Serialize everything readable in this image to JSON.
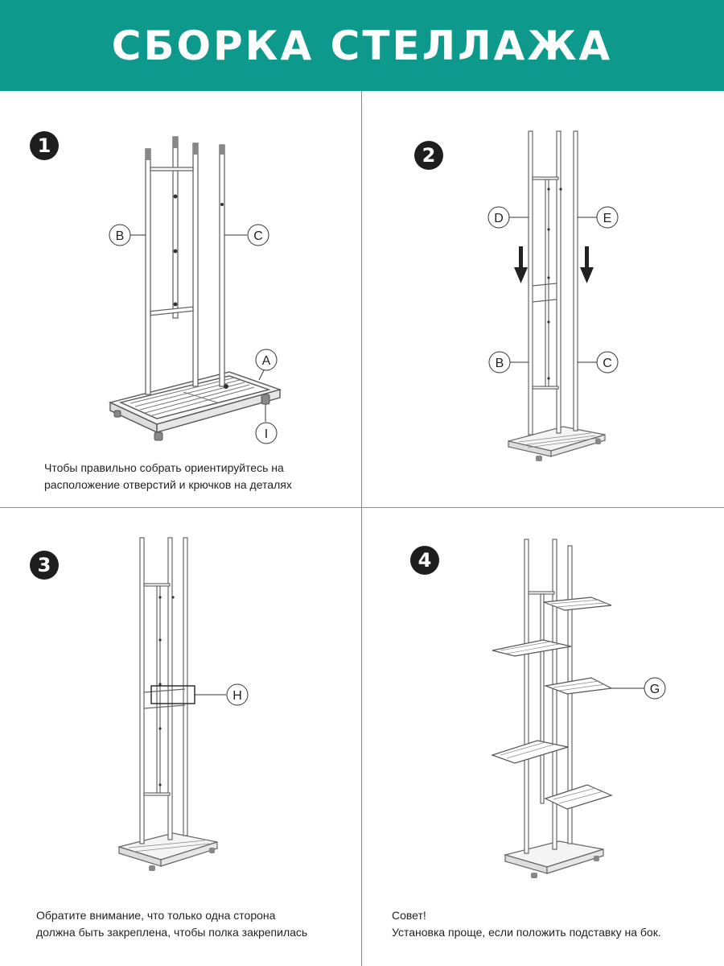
{
  "header": {
    "title": "СБОРКА СТЕЛЛАЖА",
    "bg_color": "#0d9a8c"
  },
  "steps": [
    {
      "number": "1",
      "labels": {
        "A": "A",
        "B": "B",
        "C": "C",
        "I": "I"
      },
      "note_line1": "Чтобы правильно собрать ориентируйтесь на",
      "note_line2": "расположение отверстий и крючков на деталях"
    },
    {
      "number": "2",
      "labels": {
        "D": "D",
        "E": "E",
        "B": "B",
        "C": "C"
      }
    },
    {
      "number": "3",
      "labels": {
        "H": "H"
      },
      "note_line1": "Обратите внимание, что только одна сторона",
      "note_line2": "должна быть закреплена, чтобы полка закрепилась"
    },
    {
      "number": "4",
      "labels": {
        "G": "G"
      },
      "note_line1": "Совет!",
      "note_line2": "Установка проще, если положить  подставку на бок."
    }
  ]
}
